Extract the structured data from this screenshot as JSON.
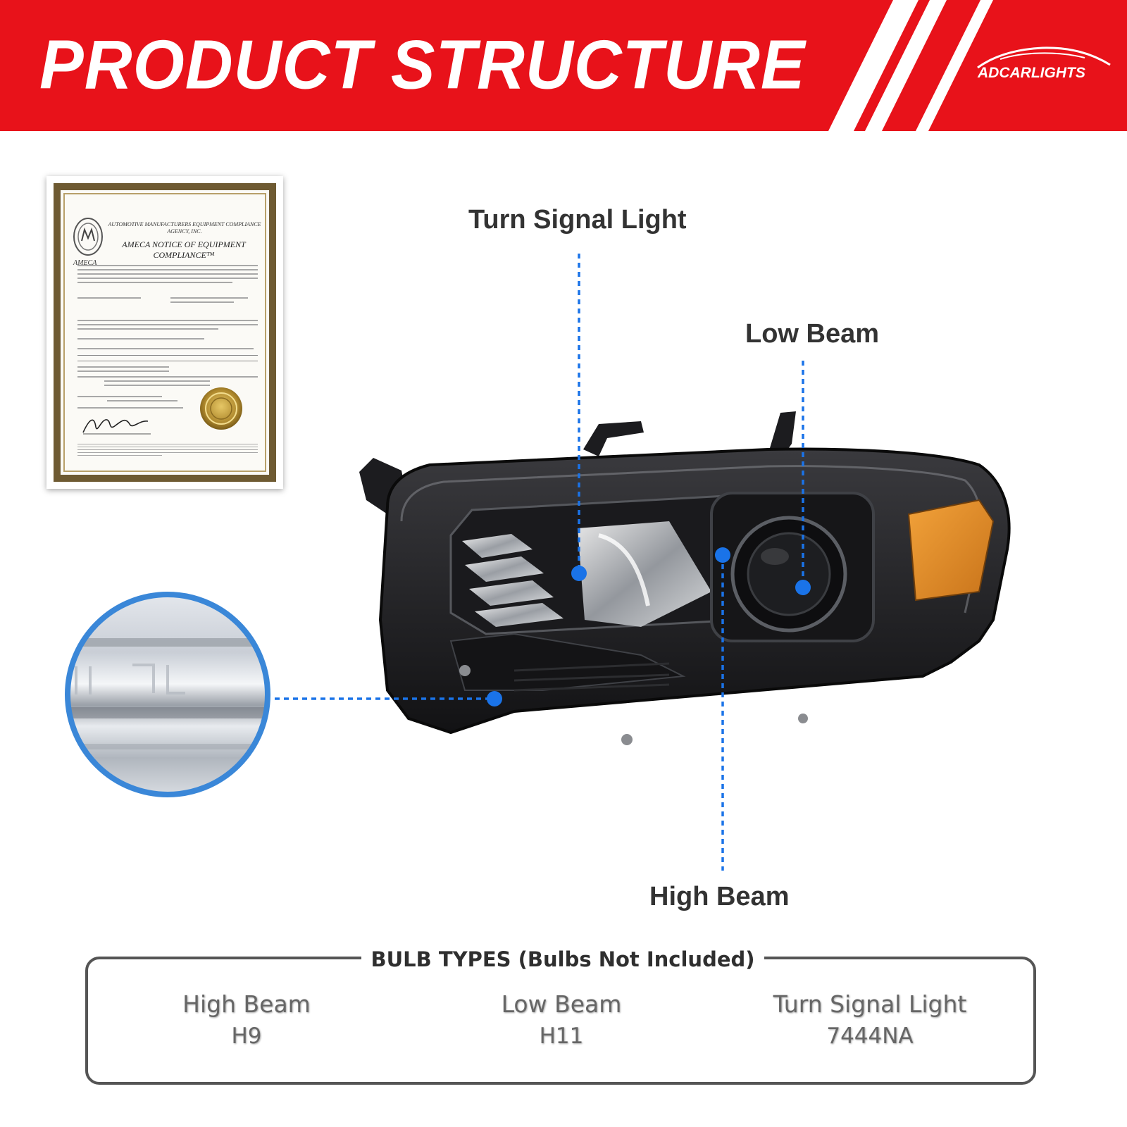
{
  "banner": {
    "title": "PRODUCT STRUCTURE",
    "brand": "ADCARLIGHTS",
    "colors": {
      "red": "#e8121a",
      "white": "#ffffff"
    }
  },
  "certificate": {
    "logo_text": "AMECA",
    "agency": "AUTOMOTIVE MANUFACTURERS EQUIPMENT COMPLIANCE AGENCY, INC.",
    "title": "AMECA NOTICE OF EQUIPMENT COMPLIANCE™"
  },
  "callouts": {
    "turn_signal": "Turn Signal Light",
    "low_beam": "Low Beam",
    "high_beam": "High Beam",
    "dot_color": "#1a73e8"
  },
  "bulb_types": {
    "title": "BULB TYPES (Bulbs Not Included)",
    "items": [
      {
        "name": "High Beam",
        "code": "H9"
      },
      {
        "name": "Low Beam",
        "code": "H11"
      },
      {
        "name": "Turn Signal Light",
        "code": "7444NA"
      }
    ]
  }
}
